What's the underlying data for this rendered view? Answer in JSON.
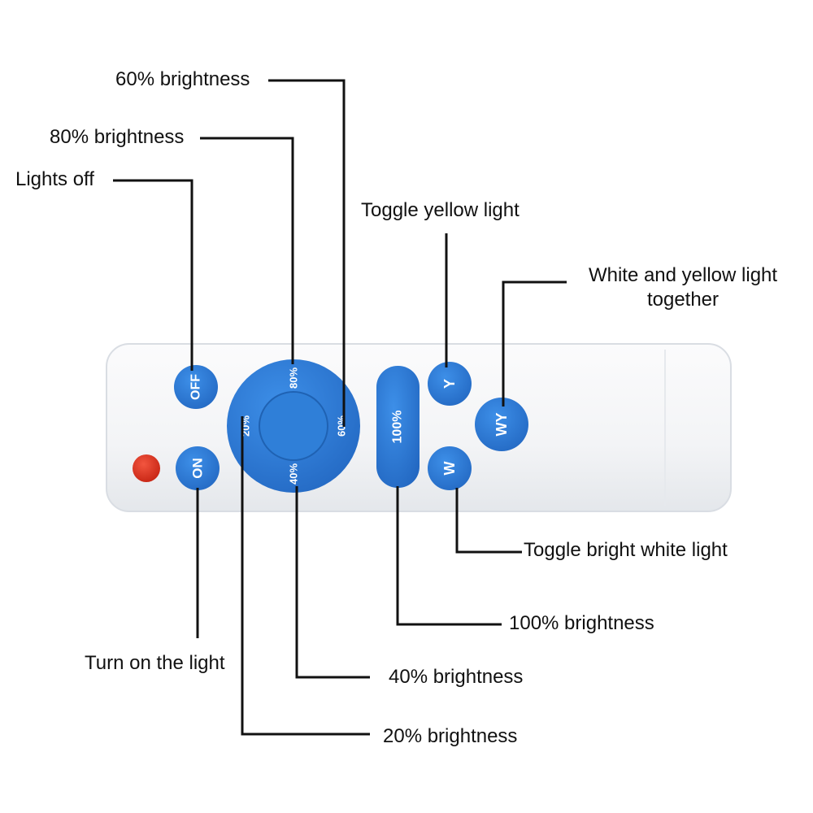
{
  "colors": {
    "button_blue": "#2f7fd8",
    "button_blue_dark": "#1f62b3",
    "body_white": "#f4f5f7",
    "body_edge": "#d9dde3",
    "led_red": "#e0301e",
    "line": "#111111"
  },
  "remote": {
    "buttons": {
      "off": "OFF",
      "on": "ON",
      "pct80": "80%",
      "pct60": "60%",
      "pct40": "40%",
      "pct20": "20%",
      "pct100": "100%",
      "y": "Y",
      "wy": "WY",
      "w": "W"
    }
  },
  "labels": {
    "pct60": "60% brightness",
    "pct80": "80% brightness",
    "off": "Lights off",
    "y": "Toggle yellow light",
    "wy_line1": "White and yellow light",
    "wy_line2": "together",
    "w": "Toggle bright white light",
    "pct100": "100% brightness",
    "on": "Turn on the light",
    "pct40": "40% brightness",
    "pct20": "20% brightness"
  }
}
